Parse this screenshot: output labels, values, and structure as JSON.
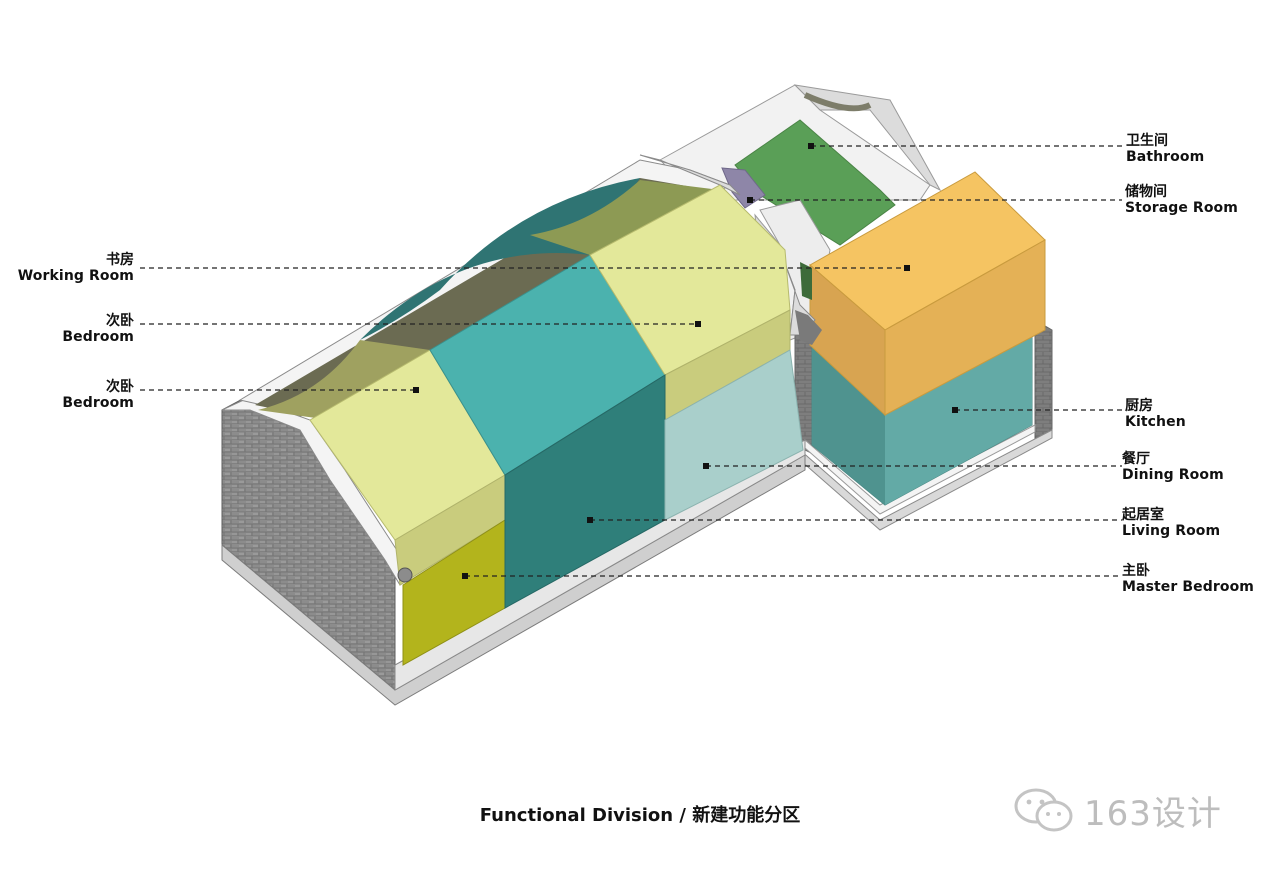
{
  "labels": {
    "working_room": {
      "cn": "书房",
      "en": "Working Room"
    },
    "bedroom_upper": {
      "cn": "次卧",
      "en": "Bedroom"
    },
    "bedroom_lower": {
      "cn": "次卧",
      "en": "Bedroom"
    },
    "bathroom": {
      "cn": "卫生间",
      "en": "Bathroom"
    },
    "storage_room": {
      "cn": "储物间",
      "en": "Storage Room"
    },
    "kitchen": {
      "cn": "厨房",
      "en": "Kitchen"
    },
    "dining_room": {
      "cn": "餐厅",
      "en": "Dining Room"
    },
    "living_room": {
      "cn": "起居室",
      "en": "Living Room"
    },
    "master_bedroom": {
      "cn": "主卧",
      "en": "Master Bedroom"
    }
  },
  "caption": "Functional Division / 新建功能分区",
  "watermark": "163设计",
  "colors": {
    "light_yellow_green": "#e3e89a",
    "teal": "#4bb2ae",
    "dark_teal": "#2f7f7a",
    "olive": "#b3b41c",
    "green": "#5a9f57",
    "orange": "#f5c462",
    "kitchen_teal": "#5ea5a1",
    "pale_teal": "#a9cfcb",
    "brick_gray": "#8a8a8a"
  }
}
